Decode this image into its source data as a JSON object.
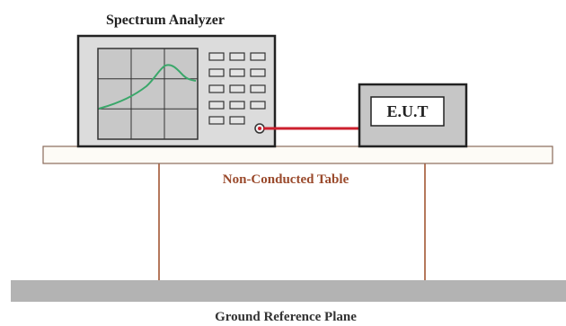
{
  "labels": {
    "analyzer": "Spectrum Analyzer",
    "eut": "E.U.T",
    "table": "Non-Conducted Table",
    "ground": "Ground Reference Plane"
  },
  "colors": {
    "analyzer_body": "#dcdcdc",
    "analyzer_screen": "#c8c8c8",
    "eut_body": "#c6c6c6",
    "trace": "#3aa76a",
    "cable": "#cc1f2d",
    "table_top": "#fdfbf6",
    "table_legs": "#b5785c",
    "table_label": "#9a4a2c",
    "ground_plane": "#b3b3b3",
    "outline": "#222222"
  }
}
